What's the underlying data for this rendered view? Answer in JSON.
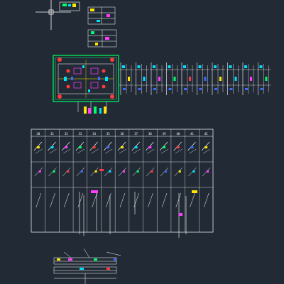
{
  "viewport": {
    "background": "#222a35",
    "colors": {
      "line": "#ffffff",
      "green": "#00ff66",
      "cyan": "#00e0ff",
      "red": "#ff3b3b",
      "magenta": "#ff3cff",
      "yellow": "#ffe600",
      "blue": "#3b6bff"
    }
  },
  "ucs_icon": {
    "name": "crosshair-ucs"
  },
  "process_table": {
    "headers": [
      "30",
      "31",
      "32",
      "33",
      "34",
      "35",
      "36",
      "37",
      "38",
      "39",
      "40",
      "41",
      "42"
    ]
  },
  "strip_layout": {
    "stations": 10
  },
  "die_plan": {
    "name": "die-assembly-plan"
  }
}
